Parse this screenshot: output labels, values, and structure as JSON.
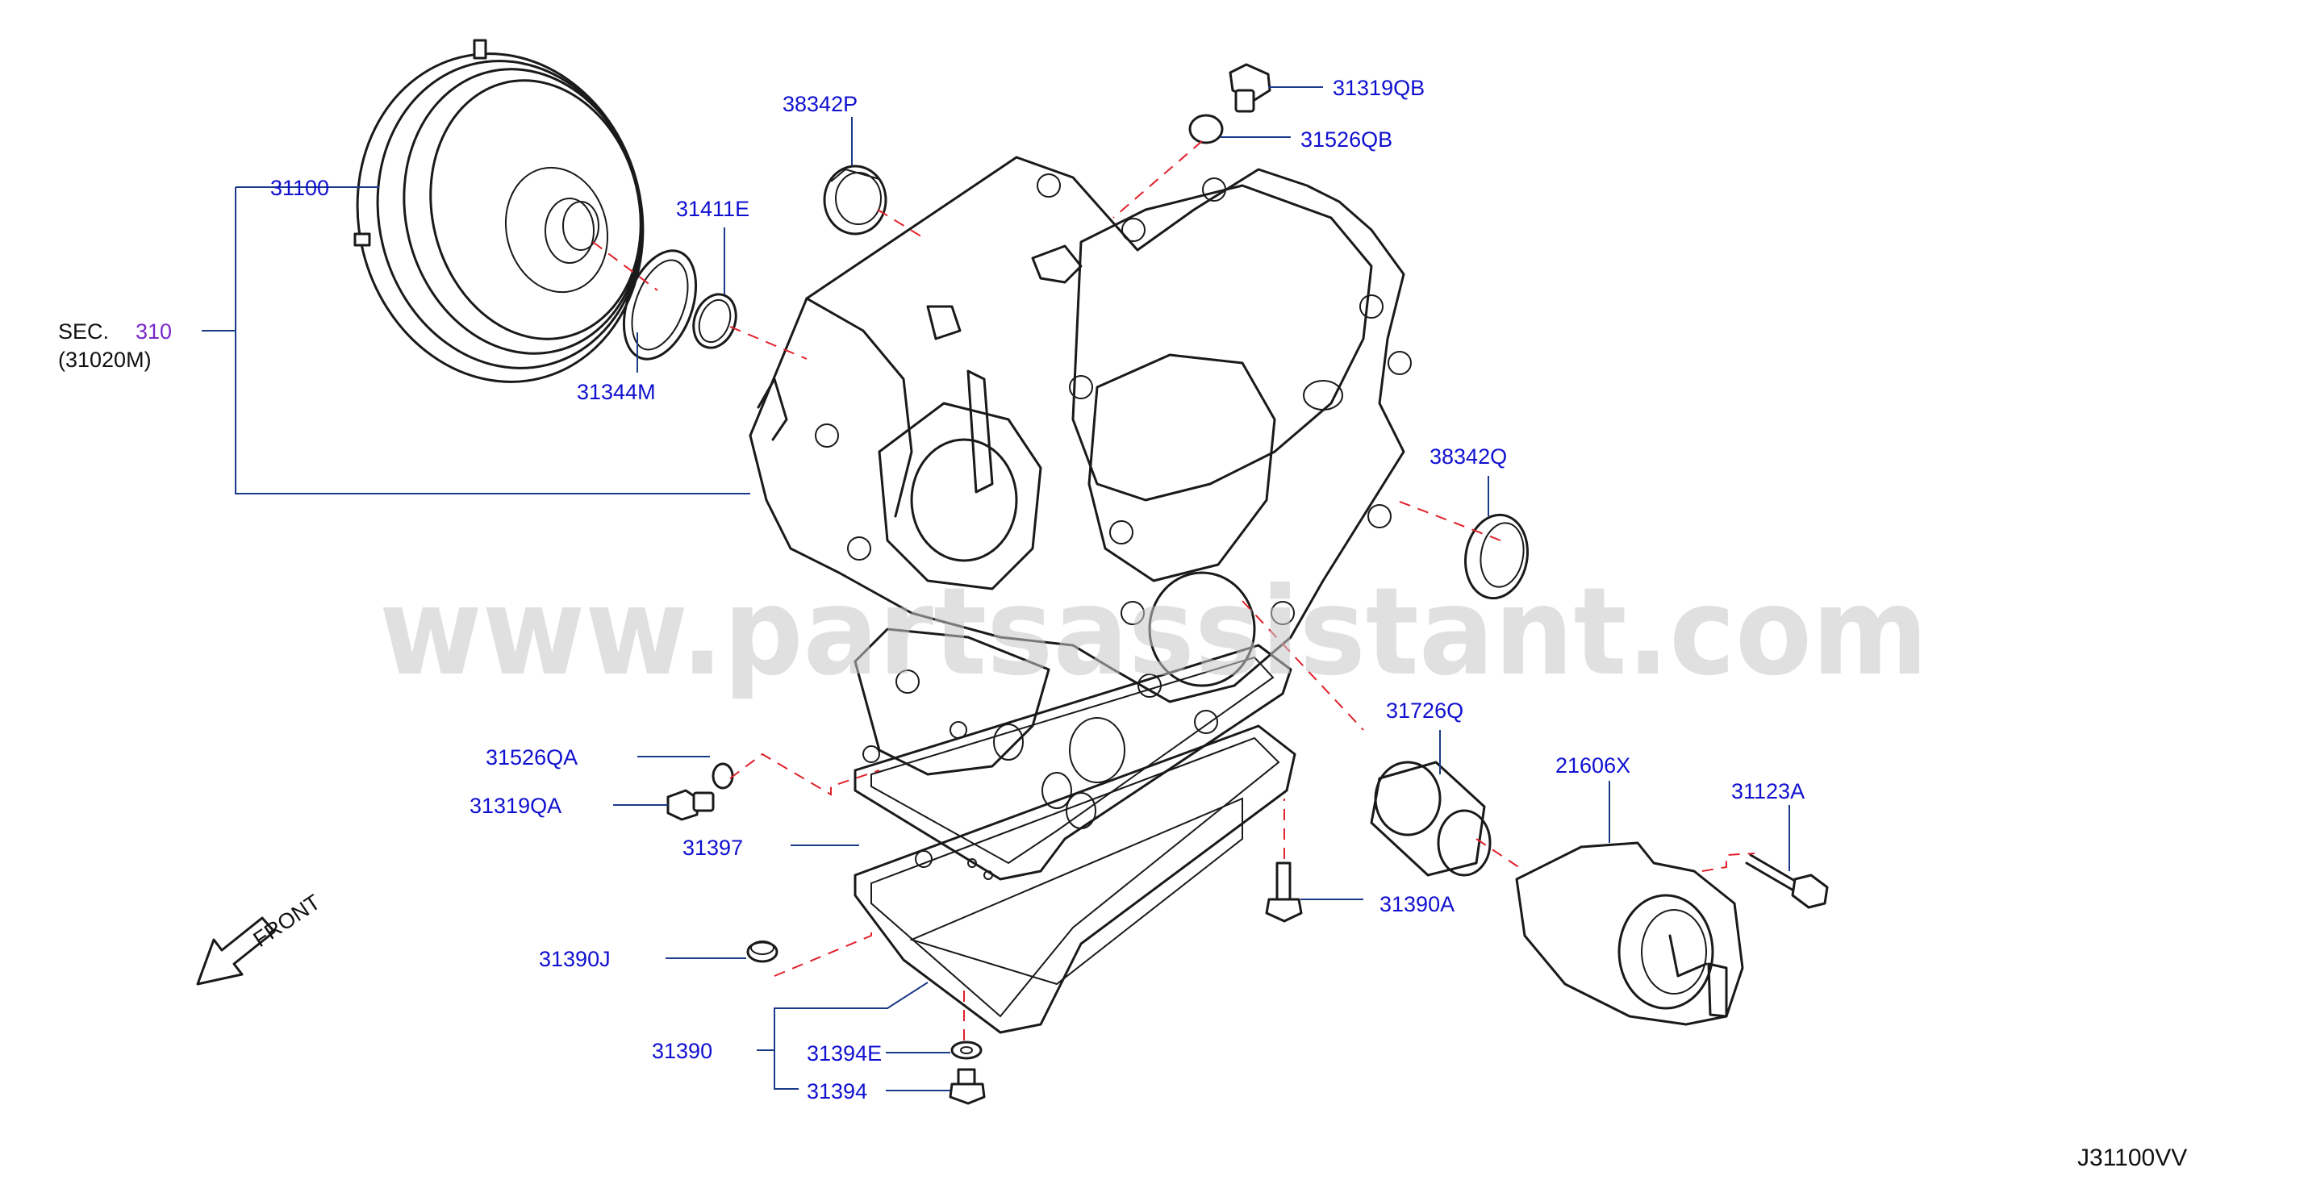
{
  "sec_ref": {
    "prefix": "SEC.",
    "number": "310",
    "sub": "(31020M)"
  },
  "front_label": "FRONT",
  "watermark": "www.partsassistant.com",
  "diagram_code": "J31100VV",
  "labels": {
    "p31100": "31100",
    "p38342P": "38342P",
    "p31411E": "31411E",
    "p31344M": "31344M",
    "p31319QB": "31319QB",
    "p31526QB": "31526QB",
    "p38342Q": "38342Q",
    "p31726Q": "31726Q",
    "p21606X": "21606X",
    "p31123A": "31123A",
    "p31526QA": "31526QA",
    "p31319QA": "31319QA",
    "p31397": "31397",
    "p31390A": "31390A",
    "p31390J": "31390J",
    "p31390": "31390",
    "p31394E": "31394E",
    "p31394": "31394"
  },
  "colors": {
    "label": "#1010d0",
    "reference": "#7a28c8",
    "leader": "#1a3a8a",
    "dash": "#e0202a",
    "line": "#1a1a1a"
  }
}
